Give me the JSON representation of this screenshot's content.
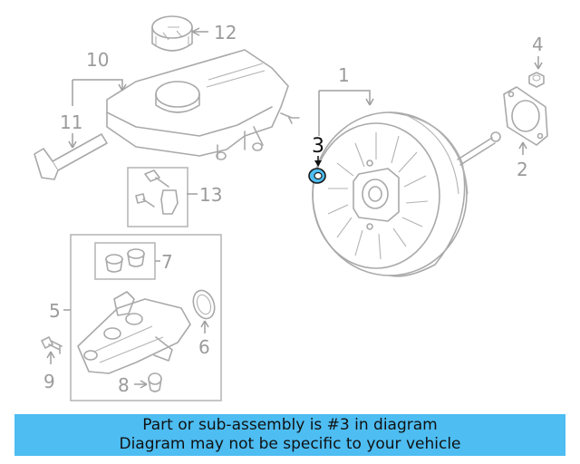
{
  "colors": {
    "caption_bg": "#4dbdf2",
    "highlight_part": "#4dbdf2",
    "line_art": "#a9a9a9"
  },
  "callouts": {
    "c1": "1",
    "c2": "2",
    "c3": "3",
    "c4": "4",
    "c5": "5",
    "c6": "6",
    "c7": "7",
    "c8": "8",
    "c9": "9",
    "c10": "10",
    "c11": "11",
    "c12": "12",
    "c13": "13"
  },
  "highlighted_callout": "3",
  "caption": {
    "line1": "Part or sub-assembly is #3 in diagram",
    "line2": "Diagram may not be specific to your vehicle"
  }
}
